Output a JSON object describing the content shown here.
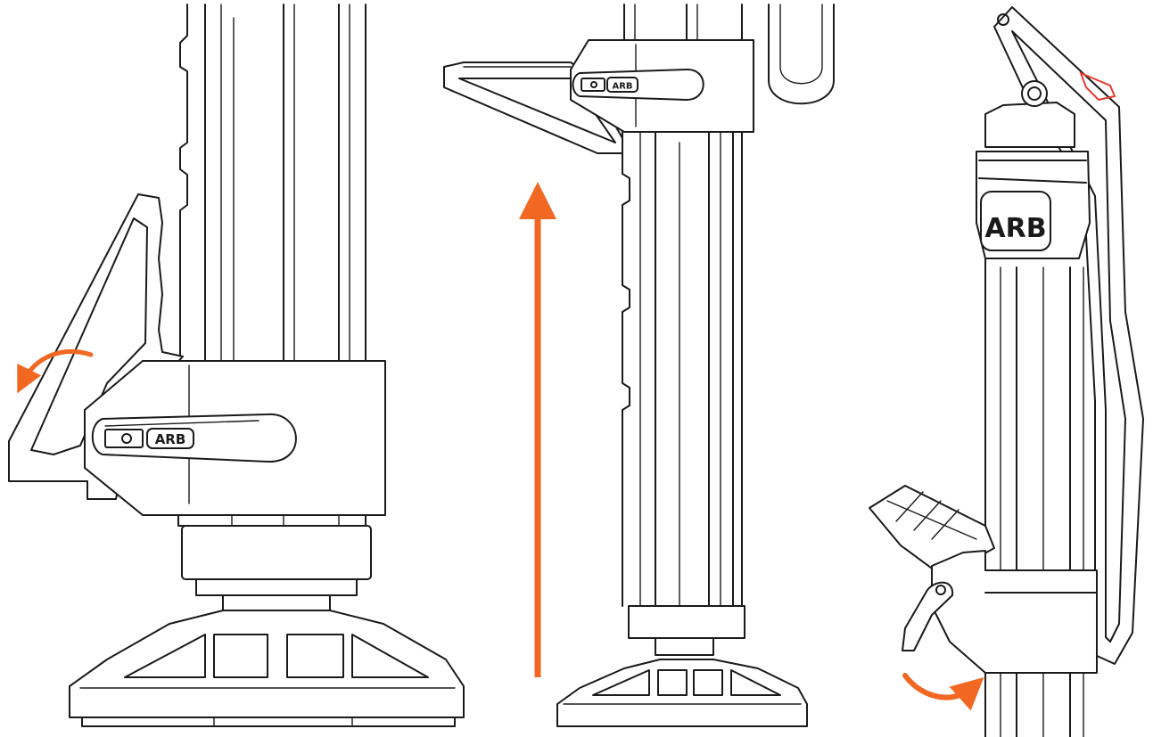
{
  "logo_text": "ARB",
  "colors": {
    "line": "#1a1a1a",
    "arrow": "#f26722",
    "release_tab": "#e83a2e",
    "background": "#ffffff"
  },
  "panels": [
    {
      "name": "panel-1",
      "arrow_icon": "rotate-counterclockwise-arrow-icon"
    },
    {
      "name": "panel-2",
      "arrow_icon": "up-arrow-icon"
    },
    {
      "name": "panel-3",
      "arrow_icon": "rotate-clockwise-arrow-icon"
    }
  ]
}
